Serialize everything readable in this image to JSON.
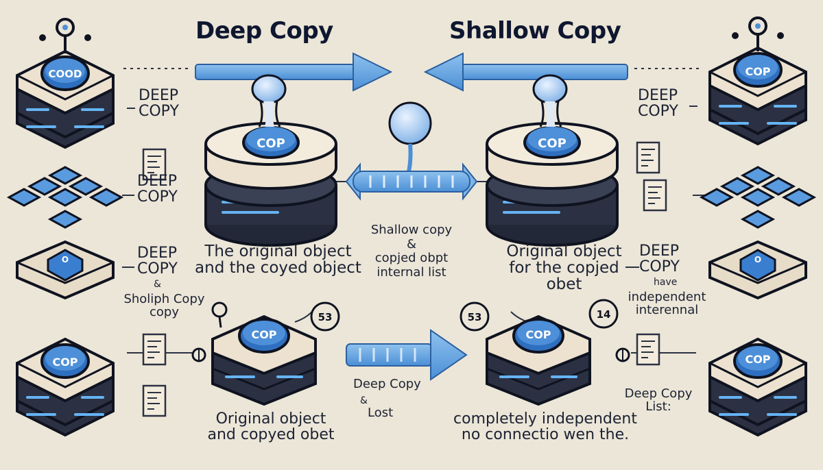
{
  "titles": {
    "left": "Deep Copy",
    "right": "Shallow Copy"
  },
  "cop_label": "COP",
  "small_cop_label": "COOD",
  "zero_label": "O",
  "badges": {
    "left": "53",
    "mid": "53",
    "right": "14"
  },
  "left_labels": {
    "deep_copy_1": "DEEP\nCOPY",
    "deep_copy_2": "DEEP\nCOPY",
    "deep_copy_3": "DEEP\nCOPY",
    "amp": "&",
    "shallow_copy": "Sholiph Copy\ncopy"
  },
  "right_labels": {
    "deep_copy_1": "DEEP\nCOPY",
    "deep_copy_2": "DEEP\nCOPY",
    "have": "have",
    "independent": "independent\ninterennal",
    "deep_copy_list": "Deep Copy\nList:"
  },
  "center": {
    "left_caption": "The original object\nand the coyed object",
    "mid_caption": "Shallow copy\n&\ncopjed obpt\ninternal list",
    "right_caption": "Original object\nfor the copjed obet"
  },
  "bottom": {
    "left_caption": "Original object\nand copyed obet",
    "mid_caption": "Deep Copy",
    "mid_amp": "&",
    "mid_lost": "Lost",
    "right_caption": "completely independent\nno connectio  wen the."
  }
}
